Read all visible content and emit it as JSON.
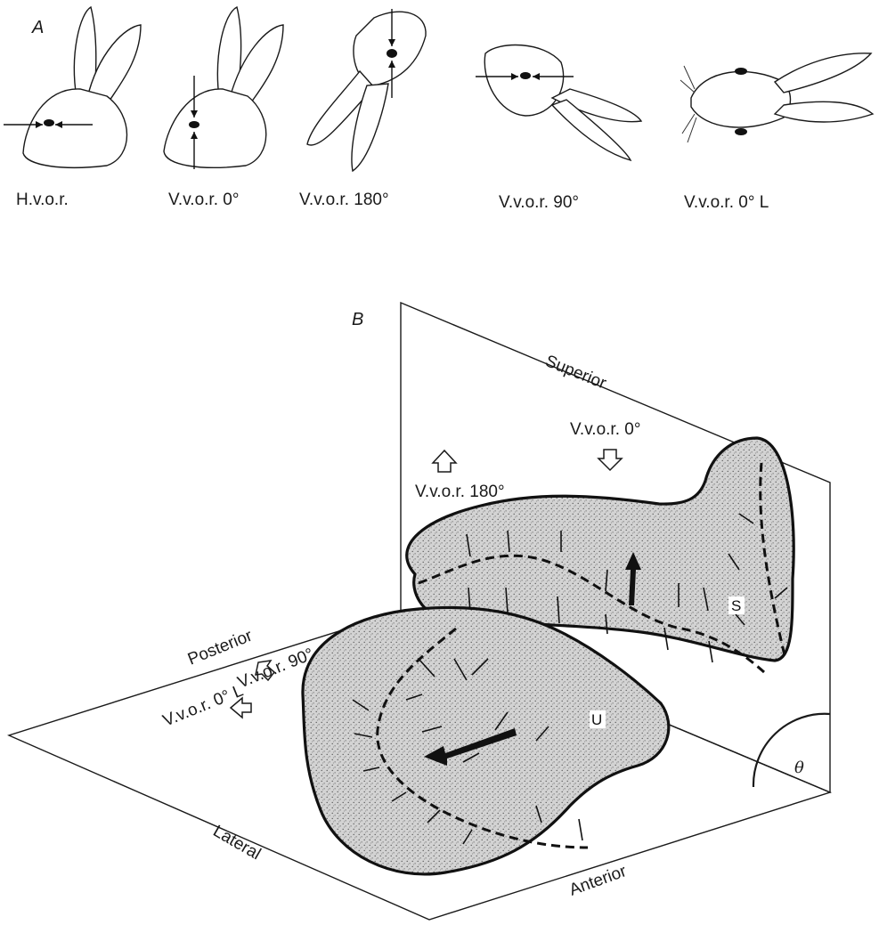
{
  "panel_a": {
    "letter": "A",
    "captions": [
      "H.v.o.r.",
      "V.v.o.r. 0°",
      "V.v.o.r. 180°",
      "V.v.o.r. 90°",
      "V.v.o.r. 0° L"
    ],
    "head_icons": [
      "rabbit-head-icon",
      "rabbit-head-icon",
      "rabbit-head-icon",
      "rabbit-head-icon",
      "rabbit-head-icon"
    ]
  },
  "panel_b": {
    "letter": "B",
    "planes": {
      "superior": "Superior",
      "posterior": "Posterior",
      "lateral": "Lateral",
      "anterior": "Anterior"
    },
    "arrows": {
      "vvor_0": "V.v.o.r. 0°",
      "vvor_180": "V.v.o.r. 180°",
      "vvor_90": "V.v.o.r. 90°",
      "vvor_0_l": "V.v.o.r. 0° L"
    },
    "organs": {
      "saccule": "S",
      "utricle": "U"
    },
    "angle_symbol": "θ"
  },
  "colors": {
    "ink": "#1a1a1a",
    "stipple": "#cfcfcf",
    "background": "#ffffff"
  }
}
